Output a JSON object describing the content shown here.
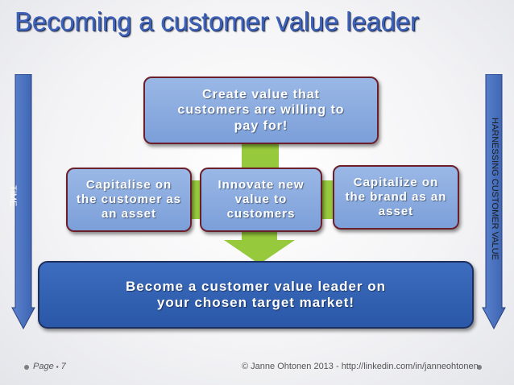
{
  "slide": {
    "title": "Becoming a customer value leader",
    "top_box": "Create value that\ncustomers are willing to\npay for!",
    "middle_boxes": [
      "Capitalise on\nthe customer as\nan asset",
      "Innovate new\nvalue to\ncustomers",
      "Capitalize on\nthe brand as an\nasset"
    ],
    "bottom_box": "Become a customer value leader on\nyour chosen target market!",
    "left_arrow_label": "TIME",
    "right_arrow_label": "HARNESSING CUSTOMER VALUE"
  },
  "footer": {
    "page_label": "Page",
    "page_number": "7",
    "copyright": "© Janne Ohtonen 2013 - http://linkedin.com/in/janneohtonen"
  },
  "colors": {
    "title": "#3f63b8",
    "light_box": "#86a8de",
    "dark_box": "#2f5fb0",
    "connector_green": "#97c93d",
    "side_arrow": "#4a73c4"
  }
}
